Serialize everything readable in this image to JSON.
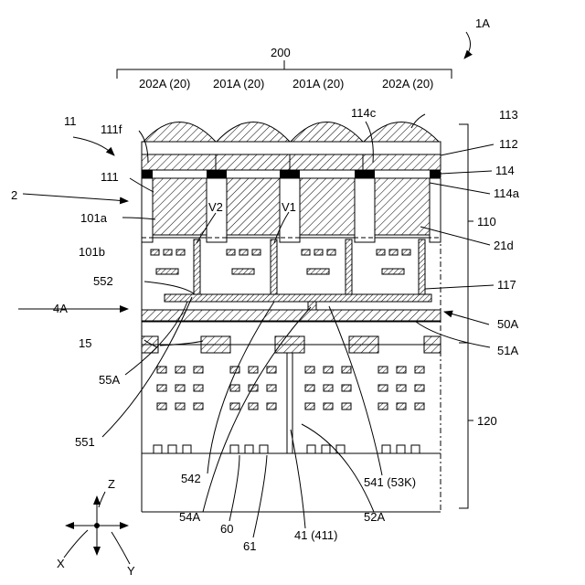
{
  "figure": {
    "labels": {
      "fig_ref": "1A",
      "group": "200",
      "lens_a_left": "202A (20)",
      "lens_b_left": "201A (20)",
      "lens_b_right": "201A (20)",
      "lens_a_right": "202A (20)",
      "l111f": "111f",
      "l114c": "114c",
      "l113": "113",
      "l112": "112",
      "l114": "114",
      "l114a": "114a",
      "l11": "11",
      "l111": "111",
      "l2": "2",
      "l101a": "101a",
      "lV2": "V2",
      "lV1": "V1",
      "l110": "110",
      "l21d": "21d",
      "l101b": "101b",
      "l552": "552",
      "l117": "117",
      "l4A": "4A",
      "l50A": "50A",
      "l51A": "51A",
      "l15": "15",
      "l55A": "55A",
      "l120": "120",
      "l551": "551",
      "l542": "542",
      "l541": "541 (53K)",
      "l54A": "54A",
      "l60": "60",
      "l52A": "52A",
      "l61": "61",
      "l41": "41 (411)",
      "axZ": "Z",
      "axX": "X",
      "axY": "Y"
    }
  }
}
